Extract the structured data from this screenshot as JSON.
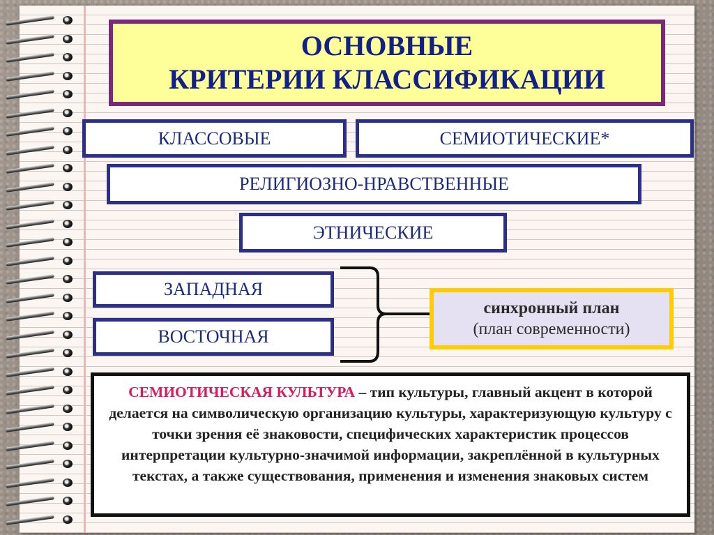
{
  "title": {
    "line1": "ОСНОВНЫЕ",
    "line2": "КРИТЕРИИ КЛАССИФИКАЦИИ"
  },
  "categories": {
    "class": "КЛАССОВЫЕ",
    "semiotic": "СЕМИОТИЧЕСКИЕ*",
    "religious": "РЕЛИГИОЗНО-НРАВСТВЕННЫЕ",
    "ethnic": "ЭТНИЧЕСКИЕ",
    "western": "ЗАПАДНАЯ",
    "eastern": "ВОСТОЧНАЯ"
  },
  "sync": {
    "bold": "синхронный план",
    "normal": "(план современности)"
  },
  "definition": {
    "term": "СЕМИОТИЧЕСКАЯ КУЛЬТУРА",
    "text": " – тип культуры, главный акцент в которой делается на символическую организацию культуры, характеризующую культуру с точки зрения её знаковости, специфических характеристик процессов интерпретации культурно-значимой информации, закреплённой в культурных текстах, а также существования, применения и изменения знаковых систем"
  },
  "colors": {
    "title_bg": "#ffff99",
    "title_border": "#7b2a7a",
    "box_border": "#2b2f8a",
    "sync_border": "#ffcc00",
    "term": "#e0195a"
  }
}
